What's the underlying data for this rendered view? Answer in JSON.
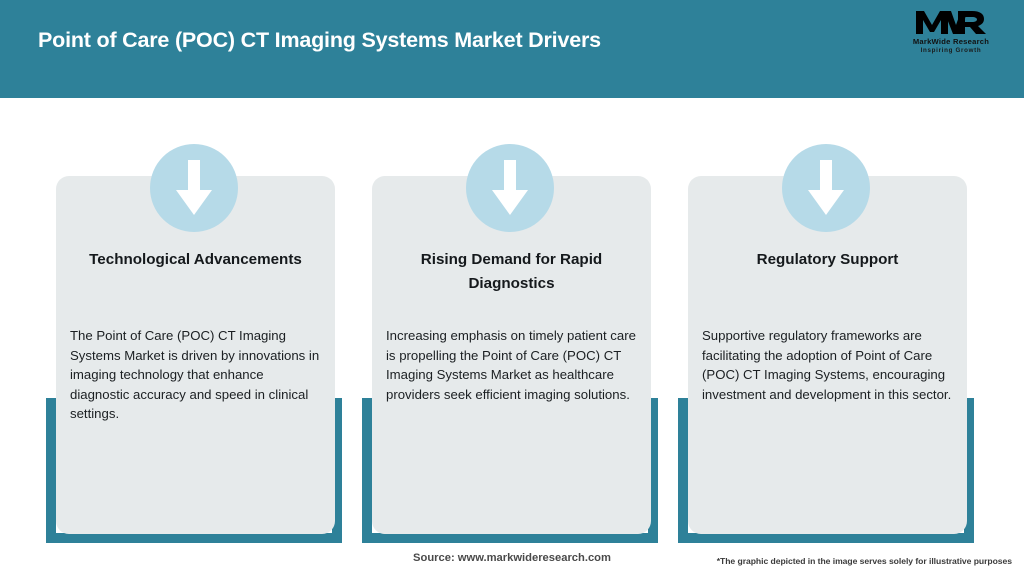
{
  "theme": {
    "teal": "#2E8199",
    "card_grey": "#E6EAEB",
    "circle_blue": "#B6DAE8",
    "title_white": "#FFFFFF"
  },
  "header": {
    "title": "Point of Care (POC) CT Imaging Systems Market Drivers"
  },
  "logo": {
    "mark": "MWR",
    "name": "MarkWide Research",
    "tagline": "Inspiring Growth"
  },
  "cards": [
    {
      "icon": "down-arrow-icon",
      "title": "Technological Advancements",
      "body": "The Point of Care (POC) CT Imaging Systems Market is driven by innovations in imaging technology that enhance diagnostic accuracy and speed in clinical settings."
    },
    {
      "icon": "down-arrow-icon",
      "title": "Rising Demand for Rapid Diagnostics",
      "body": "Increasing emphasis on timely patient care is propelling the Point of Care (POC) CT Imaging Systems Market as healthcare providers seek efficient imaging solutions."
    },
    {
      "icon": "down-arrow-icon",
      "title": "Regulatory Support",
      "body": "Supportive regulatory frameworks are facilitating the adoption of Point of Care (POC) CT Imaging Systems, encouraging investment and development in this sector."
    }
  ],
  "footer": {
    "source": "Source: www.markwideresearch.com",
    "disclaimer": "*The graphic depicted in the image serves solely for illustrative purposes"
  }
}
